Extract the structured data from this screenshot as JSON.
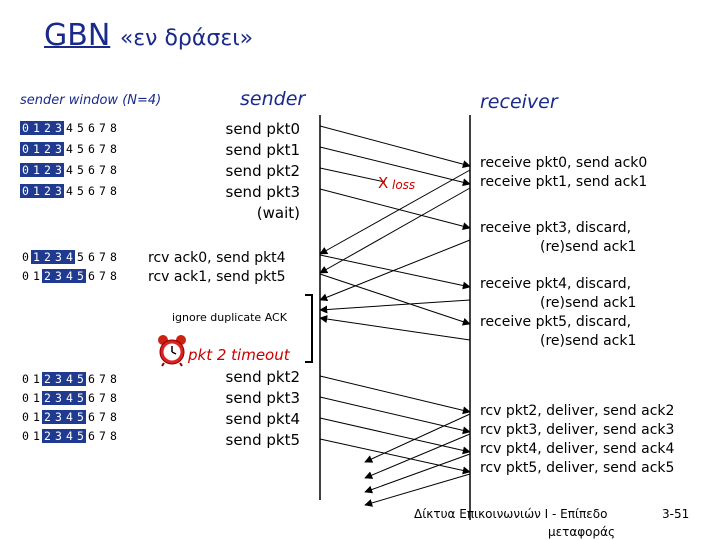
{
  "title": {
    "main": "GBN",
    "sub": "«εν δράσει»"
  },
  "window_label": "sender window (N=4)",
  "sender_header": "sender",
  "receiver_header": "receiver",
  "window_digits": [
    "0",
    "1",
    "2",
    "3",
    "4",
    "5",
    "6",
    "7",
    "8"
  ],
  "windows": [
    {
      "start": 0,
      "size": 4
    },
    {
      "start": 0,
      "size": 4
    },
    {
      "start": 0,
      "size": 4
    },
    {
      "start": 0,
      "size": 4
    },
    {
      "start": 1,
      "size": 4
    },
    {
      "start": 2,
      "size": 4
    },
    {
      "start": 2,
      "size": 4
    },
    {
      "start": 2,
      "size": 4
    },
    {
      "start": 2,
      "size": 4
    },
    {
      "start": 2,
      "size": 4
    }
  ],
  "sender_block1": [
    "send  pkt0",
    "send  pkt1",
    "send  pkt2",
    "send  pkt3",
    "(wait)"
  ],
  "sender_block2": [
    "rcv ack0, send pkt4",
    "rcv ack1, send pkt5"
  ],
  "ignore_dup": "ignore duplicate ACK",
  "timeout": "pkt 2 timeout",
  "sender_block3": [
    "send  pkt2",
    "send  pkt3",
    "send  pkt4",
    "send  pkt5"
  ],
  "loss_mark": "X",
  "loss_label": "loss",
  "receiver_block1": [
    "receive pkt0, send ack0",
    "receive pkt1, send ack1"
  ],
  "receiver_block2": [
    "receive pkt3, discard,",
    "(re)send ack1"
  ],
  "receiver_block3": [
    "receive pkt4, discard,",
    "(re)send ack1",
    "receive pkt5, discard,",
    "(re)send ack1"
  ],
  "receiver_block4": [
    "rcv pkt2, deliver, send ack2",
    "rcv pkt3, deliver, send ack3",
    "rcv pkt4, deliver, send ack4",
    "rcv pkt5, deliver, send ack5"
  ],
  "footer": {
    "line1": "Δίκτυα Επικοινωνιών Ι - Επίπεδο",
    "line2": "μεταφοράς",
    "page": "3-51"
  },
  "colors": {
    "title": "#1a2a8a",
    "window_highlight": "#1f3a8f",
    "loss": "#cc0000",
    "timeout": "#cc0000"
  }
}
